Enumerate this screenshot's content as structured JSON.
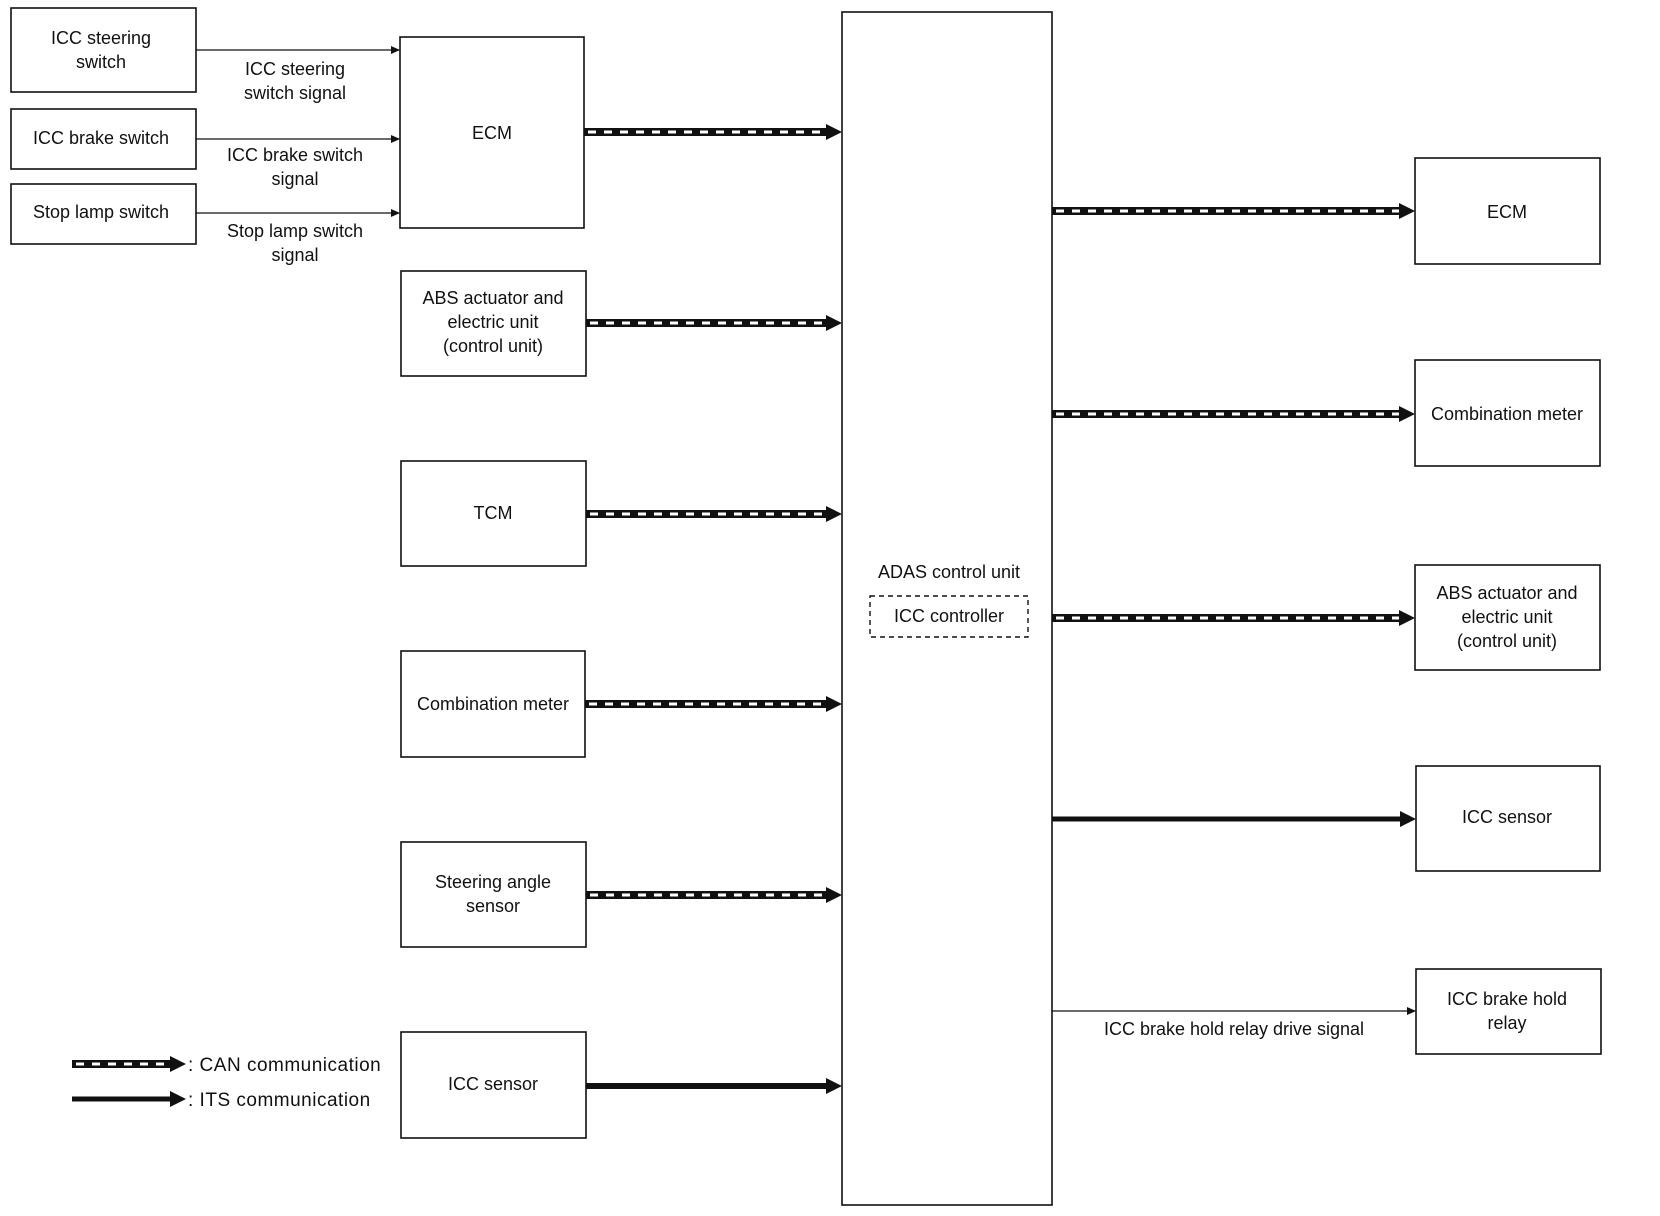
{
  "legend": {
    "can": ": CAN communication",
    "its": ": ITS communication"
  },
  "switches": {
    "icc_steering": [
      "ICC steering",
      "switch"
    ],
    "icc_brake": [
      "ICC brake switch"
    ],
    "stop_lamp": [
      "Stop lamp switch"
    ]
  },
  "signals": {
    "icc_steering": [
      "ICC steering",
      "switch signal"
    ],
    "icc_brake": [
      "ICC brake switch",
      "signal"
    ],
    "stop_lamp": [
      "Stop lamp switch",
      "signal"
    ],
    "brake_hold": [
      "ICC brake hold relay drive signal"
    ]
  },
  "inputs": {
    "ecm": [
      "ECM"
    ],
    "abs": [
      "ABS actuator and",
      "electric unit",
      "(control unit)"
    ],
    "tcm": [
      "TCM"
    ],
    "meter": [
      "Combination meter"
    ],
    "steering_angle": [
      "Steering angle",
      "sensor"
    ],
    "icc_sensor": [
      "ICC sensor"
    ]
  },
  "center": {
    "title": [
      "ADAS control unit"
    ],
    "sub": [
      "ICC controller"
    ]
  },
  "outputs": {
    "ecm": [
      "ECM"
    ],
    "meter": [
      "Combination meter"
    ],
    "abs": [
      "ABS actuator and",
      "electric unit",
      "(control unit)"
    ],
    "icc_sensor": [
      "ICC sensor"
    ],
    "brake_hold_relay": [
      "ICC brake hold",
      "relay"
    ]
  }
}
